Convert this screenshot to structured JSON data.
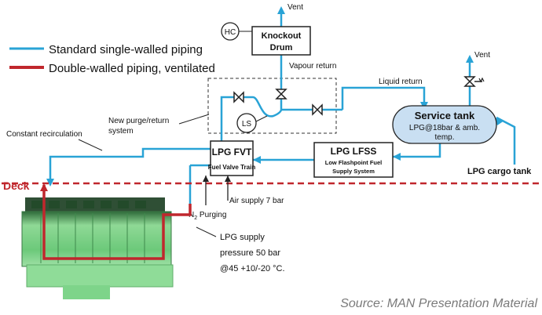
{
  "legend": {
    "standard": "Standard single-walled piping",
    "double": "Double-walled piping, ventilated"
  },
  "labels": {
    "vent_top": "Vent",
    "hc": "HC",
    "knockout_line1": "Knockout",
    "knockout_line2": "Drum",
    "vapour_return": "Vapour return",
    "vent_right": "Vent",
    "liquid_return": "Liquid return",
    "new_purge_line1": "New purge/return",
    "new_purge_line2": "system",
    "constant_recirc": "Constant recirculation",
    "ls": "LS",
    "service_tank_title": "Service tank",
    "service_tank_line2": "LPG@18bar & amb.",
    "service_tank_line3": "temp.",
    "lpg_fvt_title": "LPG FVT",
    "lpg_fvt_sub": "Fuel Valve Train",
    "lpg_lfss_title": "LPG LFSS",
    "lpg_lfss_sub1": "Low Flashpoint Fuel",
    "lpg_lfss_sub2": "Supply System",
    "lpg_cargo_tank": "LPG cargo tank",
    "deck": "Deck",
    "air_supply": "Air supply 7 bar",
    "n2_n": "N",
    "n2_sub": "2",
    "n2_rest": " Purging",
    "supply_line1": "LPG supply",
    "supply_line2": "pressure 50 bar",
    "supply_line3": "@45 +10/-20 °C.",
    "source": "Source: MAN Presentation Material"
  },
  "colors": {
    "standard_pipe": "#29a3d6",
    "double_pipe": "#c0272d",
    "engine": "#7fd88a",
    "tank_fill": "#c9dff2"
  }
}
